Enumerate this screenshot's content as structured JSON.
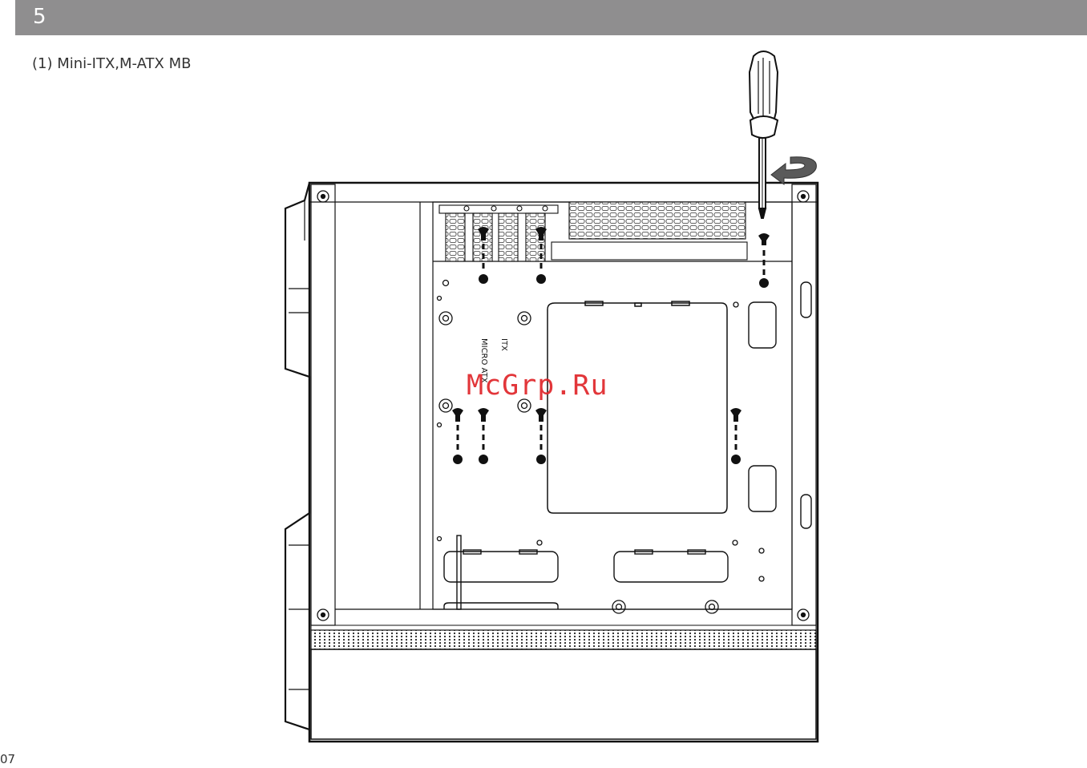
{
  "header": {
    "step_number": "5",
    "bar_color": "#8f8e8f"
  },
  "instruction": {
    "text": "(1)  Mini-ITX,M-ATX MB"
  },
  "diagram": {
    "labels": {
      "itx": "ITX",
      "micro_atx": "MICRO ATX"
    },
    "icons": [
      "screwdriver-icon",
      "rotate-arrow-icon",
      "screw-icon",
      "standoff-icon"
    ]
  },
  "watermark": {
    "text": "McGrp.Ru",
    "color": "#e0262a"
  },
  "footer": {
    "page_number": "07"
  }
}
